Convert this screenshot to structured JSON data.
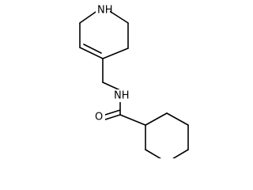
{
  "diagram": {
    "type": "chemical-structure",
    "atoms": {
      "nh_ring": "NH",
      "nh_amide": "NH",
      "o_carbonyl": "O"
    }
  }
}
